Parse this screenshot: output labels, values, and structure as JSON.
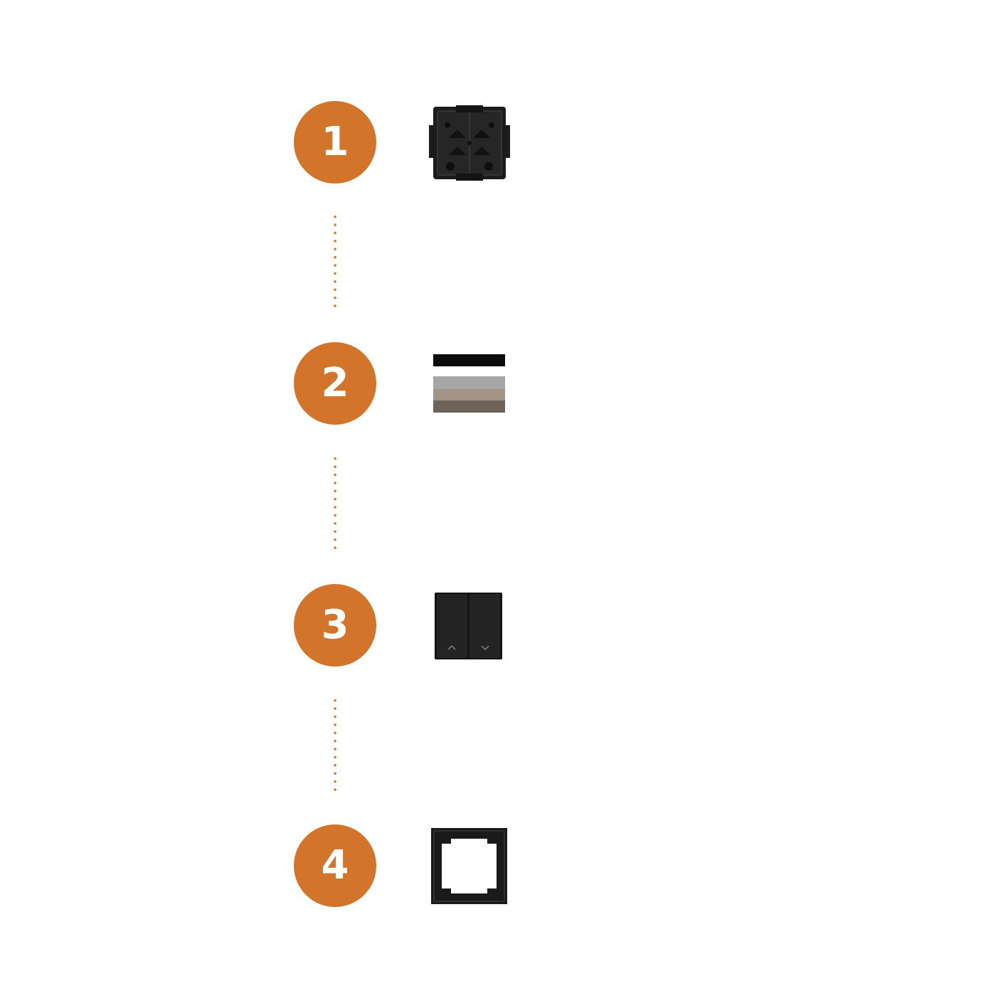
{
  "steps": [
    {
      "number": "1",
      "product_icon": "switch-mechanism-icon"
    },
    {
      "number": "2",
      "product_icon": "color-swatch-icon"
    },
    {
      "number": "3",
      "product_icon": "rocker-switch-icon"
    },
    {
      "number": "4",
      "product_icon": "switch-frame-icon"
    }
  ],
  "colors": {
    "accent": "#d2742a",
    "product_dark": "#1e1e1e",
    "swatch_stripes": [
      "#0b0b0b",
      "#ffffff",
      "#a6a6a6",
      "#a39584",
      "#6f6459"
    ]
  }
}
